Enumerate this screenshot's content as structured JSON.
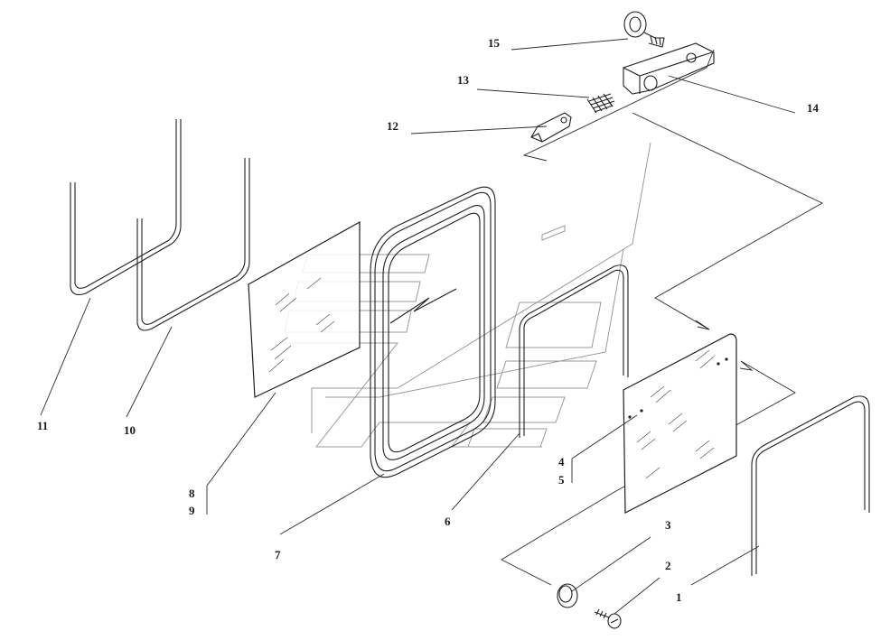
{
  "diagram": {
    "callouts": [
      {
        "id": "c1",
        "label": "1"
      },
      {
        "id": "c2",
        "label": "2"
      },
      {
        "id": "c3",
        "label": "3"
      },
      {
        "id": "c4",
        "label": "4"
      },
      {
        "id": "c5",
        "label": "5"
      },
      {
        "id": "c6",
        "label": "6"
      },
      {
        "id": "c7",
        "label": "7"
      },
      {
        "id": "c8",
        "label": "8"
      },
      {
        "id": "c9",
        "label": "9"
      },
      {
        "id": "c10",
        "label": "10"
      },
      {
        "id": "c11",
        "label": "11"
      },
      {
        "id": "c12",
        "label": "12"
      },
      {
        "id": "c13",
        "label": "13"
      },
      {
        "id": "c14",
        "label": "14"
      },
      {
        "id": "c15",
        "label": "15"
      }
    ]
  },
  "colors": {
    "line": "#1e1e1e",
    "watermark": "#9a9a9a",
    "background": "#ffffff"
  }
}
